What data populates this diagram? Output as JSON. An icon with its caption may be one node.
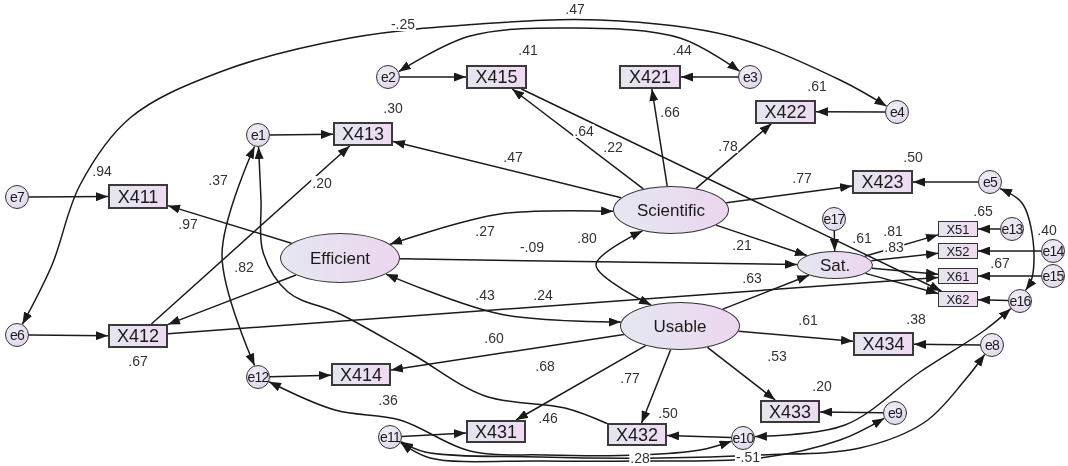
{
  "diagram": {
    "nodes": [
      {
        "text": [
          "e2"
        ]
      },
      {
        "text": [
          "X415"
        ],
        "beside": [
          ".41"
        ]
      },
      {
        "text": [
          "X421"
        ],
        "beside": [
          ".44"
        ]
      },
      {
        "text": [
          "e3"
        ]
      },
      {
        "text": [
          "X422"
        ],
        "beside": [
          ".61"
        ]
      },
      {
        "text": [
          "e4"
        ]
      },
      {
        "text": [
          "e1"
        ]
      },
      {
        "text": [
          "X413"
        ],
        "beside": [
          ".30"
        ]
      },
      {
        "text": [
          "e7"
        ]
      },
      {
        "text": [
          "X411"
        ],
        "beside": [
          ".94"
        ]
      },
      {
        "text": [
          "X423"
        ],
        "beside": [
          ".50"
        ]
      },
      {
        "text": [
          "e5"
        ]
      },
      {
        "text": [
          "Scientific"
        ]
      },
      {
        "text": [
          "e17"
        ]
      },
      {
        "text": [
          "X51"
        ],
        "beside": [
          ".65"
        ]
      },
      {
        "text": [
          "e13"
        ]
      },
      {
        "text": [
          "X52"
        ]
      },
      {
        "text": [
          "e14"
        ]
      },
      {
        "text": [
          "Efficient"
        ]
      },
      {
        "text": [
          "Sat."
        ],
        "beside": [
          ".61"
        ]
      },
      {
        "text": [
          "X61"
        ],
        "beside": [
          ".67"
        ]
      },
      {
        "text": [
          "e15"
        ]
      },
      {
        "text": [
          "X62"
        ]
      },
      {
        "text": [
          "e16"
        ]
      },
      {
        "text": [
          "Usable"
        ]
      },
      {
        "text": [
          "e6"
        ]
      },
      {
        "text": [
          "X412"
        ],
        "beside": [
          ".67"
        ]
      },
      {
        "text": [
          "X434"
        ],
        "beside": [
          ".38"
        ]
      },
      {
        "text": [
          "e8"
        ]
      },
      {
        "text": [
          "e12"
        ]
      },
      {
        "text": [
          "X414"
        ],
        "beside": [
          ".36"
        ]
      },
      {
        "text": [
          "X433"
        ],
        "beside": [
          ".20"
        ]
      },
      {
        "text": [
          "e9"
        ]
      },
      {
        "text": [
          "e11"
        ]
      },
      {
        "text": [
          "X431"
        ],
        "beside": [
          ".46"
        ]
      },
      {
        "text": [
          "X432"
        ],
        "beside": [
          ".50"
        ]
      },
      {
        "text": [
          "e10"
        ]
      }
    ],
    "edges": [
      {
        "from": 0,
        "to": 1,
        "arrow": "to"
      },
      {
        "from": 3,
        "to": 2,
        "arrow": "to"
      },
      {
        "from": 5,
        "to": 4,
        "arrow": "to"
      },
      {
        "from": 6,
        "to": 7,
        "arrow": "to"
      },
      {
        "from": 8,
        "to": 9,
        "arrow": "to"
      },
      {
        "from": 11,
        "to": 10,
        "arrow": "to"
      },
      {
        "from": 13,
        "to": 19,
        "arrow": "to"
      },
      {
        "from": 15,
        "to": 14,
        "arrow": "to"
      },
      {
        "from": 17,
        "to": 16,
        "arrow": "to"
      },
      {
        "from": 21,
        "to": 20,
        "arrow": "to"
      },
      {
        "from": 23,
        "to": 22,
        "arrow": "to"
      },
      {
        "from": 25,
        "to": 26,
        "arrow": "to"
      },
      {
        "from": 28,
        "to": 27,
        "arrow": "to"
      },
      {
        "from": 29,
        "to": 30,
        "arrow": "to"
      },
      {
        "from": 32,
        "to": 31,
        "arrow": "to"
      },
      {
        "from": 33,
        "to": 34,
        "arrow": "to"
      },
      {
        "from": 36,
        "to": 35,
        "arrow": "to"
      },
      {
        "from": 18,
        "to": 9,
        "arrow": "to",
        "label": ".97"
      },
      {
        "from": 18,
        "to": 26,
        "arrow": "to",
        "label": ".82"
      },
      {
        "from": 26,
        "to": 7,
        "arrow": "to",
        "label": ".20"
      },
      {
        "from": 6,
        "to": 29,
        "arrow": "both",
        "label": ".37"
      },
      {
        "from": 12,
        "to": 7,
        "arrow": "to",
        "label": ".47"
      },
      {
        "from": 12,
        "to": 1,
        "arrow": "to",
        "label": ".64"
      },
      {
        "from": 1,
        "to": 22,
        "arrow": "to",
        "label": ".22"
      },
      {
        "from": 12,
        "to": 2,
        "arrow": "to",
        "label": ".66"
      },
      {
        "from": 12,
        "to": 4,
        "arrow": "to",
        "label": ".78"
      },
      {
        "from": 12,
        "to": 10,
        "arrow": "to",
        "label": ".77"
      },
      {
        "from": 18,
        "to": 12,
        "arrow": "both",
        "label": ".27"
      },
      {
        "from": 12,
        "to": 24,
        "arrow": "both",
        "label": ".80"
      },
      {
        "from": 12,
        "to": 19,
        "arrow": "to",
        "label": ".21"
      },
      {
        "from": 18,
        "to": 19,
        "arrow": "to",
        "label": "-.09"
      },
      {
        "from": 18,
        "to": 24,
        "arrow": "both",
        "label": ".43"
      },
      {
        "from": 26,
        "to": 20,
        "arrow": "to",
        "label": ".24"
      },
      {
        "from": 24,
        "to": 19,
        "arrow": "to",
        "label": ".63"
      },
      {
        "from": 19,
        "to": 14,
        "arrow": "to",
        "label": ".81"
      },
      {
        "from": 19,
        "to": 16,
        "arrow": "to",
        "label": ".83"
      },
      {
        "from": 19,
        "to": 20,
        "arrow": "to"
      },
      {
        "from": 19,
        "to": 22,
        "arrow": "to"
      },
      {
        "from": 24,
        "to": 30,
        "arrow": "to",
        "label": ".60"
      },
      {
        "from": 24,
        "to": 34,
        "arrow": "to",
        "label": ".68"
      },
      {
        "from": 24,
        "to": 35,
        "arrow": "to",
        "label": ".77"
      },
      {
        "from": 24,
        "to": 31,
        "arrow": "to",
        "label": ".53"
      },
      {
        "from": 24,
        "to": 27,
        "arrow": "to",
        "label": ".61"
      },
      {
        "from": 0,
        "to": 3,
        "arrow": "both",
        "label": ".47"
      },
      {
        "from": 25,
        "to": 5,
        "arrow": "both",
        "label": "-.25"
      },
      {
        "from": 11,
        "to": 23,
        "arrow": "both",
        "label": ".40"
      },
      {
        "from": 29,
        "to": 36,
        "arrow": "both"
      },
      {
        "from": 33,
        "to": 32,
        "arrow": "both",
        "label": ".28"
      },
      {
        "from": 33,
        "to": 28,
        "arrow": "both",
        "label": "-.51"
      },
      {
        "from": 35,
        "to": 6,
        "arrow": "to"
      },
      {
        "from": 23,
        "to": 36,
        "arrow": "both"
      }
    ]
  }
}
